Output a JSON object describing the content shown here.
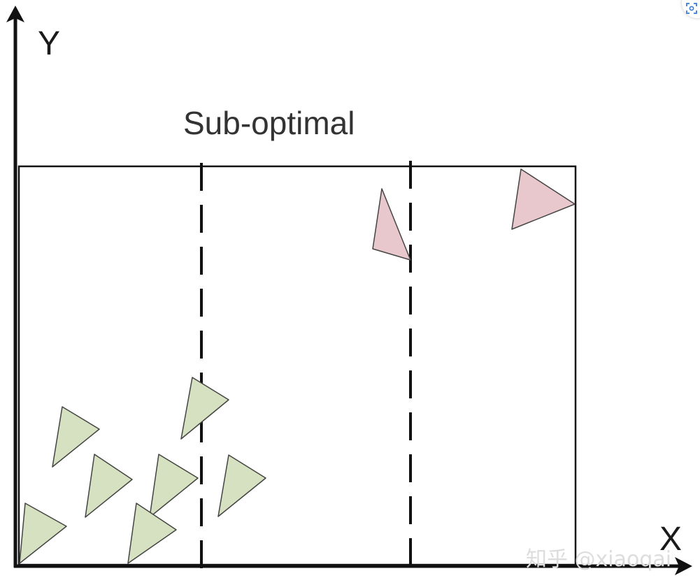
{
  "labels": {
    "y_axis": "Y",
    "x_axis": "X",
    "title": "Sub-optimal",
    "watermark": "知乎 @xiaoqai"
  },
  "colors": {
    "green_fill": "#d5e1c0",
    "red_fill": "#e8c8cc",
    "stroke": "#444444",
    "line": "#111111",
    "badge_icon": "#3a7bd5"
  },
  "icons": {
    "corner_badge": "image-search-icon"
  }
}
